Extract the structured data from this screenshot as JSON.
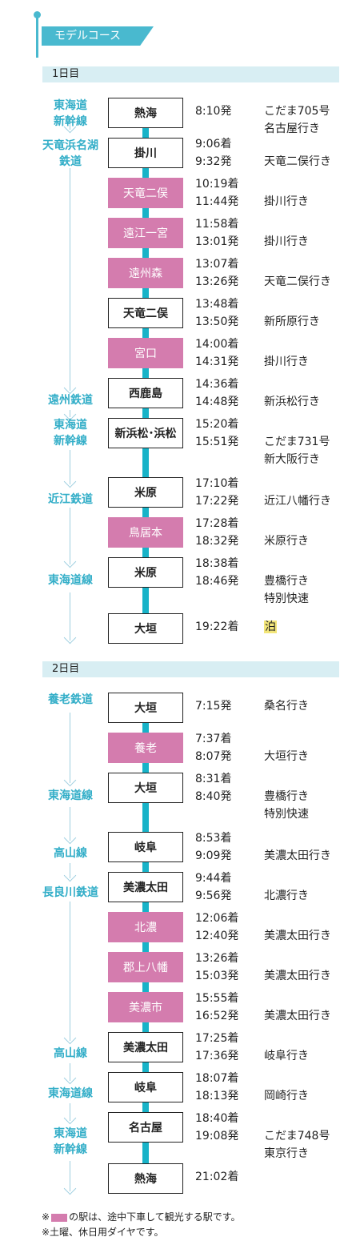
{
  "heading": "モデルコース",
  "day1": {
    "label": "1日目",
    "lines": [
      [
        "東海道",
        "新幹線"
      ],
      [
        "天竜浜名湖",
        "鉄道"
      ],
      [
        "遠州鉄道"
      ],
      [
        "東海道",
        "新幹線"
      ],
      [
        "近江鉄道"
      ],
      [
        "東海道線"
      ]
    ],
    "stops": [
      {
        "name": "熱海",
        "visit": false,
        "times": [
          "8:10発"
        ],
        "dest": [
          "こだま705号",
          "名古屋行き"
        ]
      },
      {
        "name": "掛川",
        "visit": false,
        "times": [
          "9:06着",
          "9:32発"
        ],
        "dest": [
          "",
          "天竜二俣行き"
        ]
      },
      {
        "name": "天竜二俣",
        "visit": true,
        "times": [
          "10:19着",
          "11:44発"
        ],
        "dest": [
          "",
          "掛川行き"
        ]
      },
      {
        "name": "遠江一宮",
        "visit": true,
        "times": [
          "11:58着",
          "13:01発"
        ],
        "dest": [
          "",
          "掛川行き"
        ]
      },
      {
        "name": "遠州森",
        "visit": true,
        "times": [
          "13:07着",
          "13:26発"
        ],
        "dest": [
          "",
          "天竜二俣行き"
        ]
      },
      {
        "name": "天竜二俣",
        "visit": false,
        "times": [
          "13:48着",
          "13:50発"
        ],
        "dest": [
          "",
          "新所原行き"
        ]
      },
      {
        "name": "宮口",
        "visit": true,
        "times": [
          "14:00着",
          "14:31発"
        ],
        "dest": [
          "",
          "掛川行き"
        ]
      },
      {
        "name": "西鹿島",
        "visit": false,
        "times": [
          "14:36着",
          "14:48発"
        ],
        "dest": [
          "",
          "新浜松行き"
        ]
      },
      {
        "name": "新浜松･浜松",
        "visit": false,
        "times": [
          "15:20着",
          "15:51発"
        ],
        "dest": [
          "",
          "こだま731号",
          "新大阪行き"
        ]
      },
      {
        "name": "米原",
        "visit": false,
        "times": [
          "17:10着",
          "17:22発"
        ],
        "dest": [
          "",
          "近江八幡行き"
        ]
      },
      {
        "name": "鳥居本",
        "visit": true,
        "times": [
          "17:28着",
          "18:32発"
        ],
        "dest": [
          "",
          "米原行き"
        ]
      },
      {
        "name": "米原",
        "visit": false,
        "times": [
          "18:38着",
          "18:46発"
        ],
        "dest": [
          "",
          "豊橋行き",
          "特別快速"
        ]
      },
      {
        "name": "大垣",
        "visit": false,
        "times": [
          "19:22着"
        ],
        "dest": [
          "泊"
        ]
      }
    ]
  },
  "day2": {
    "label": "2日目",
    "lines": [
      [
        "養老鉄道"
      ],
      [
        "東海道線"
      ],
      [
        "高山線"
      ],
      [
        "長良川鉄道"
      ],
      [
        "高山線"
      ],
      [
        "東海道線"
      ],
      [
        "東海道",
        "新幹線"
      ]
    ],
    "stops": [
      {
        "name": "大垣",
        "visit": false,
        "times": [
          "7:15発"
        ],
        "dest": [
          "桑名行き"
        ]
      },
      {
        "name": "養老",
        "visit": true,
        "times": [
          "7:37着",
          "8:07発"
        ],
        "dest": [
          "",
          "大垣行き"
        ]
      },
      {
        "name": "大垣",
        "visit": false,
        "times": [
          "8:31着",
          "8:40発"
        ],
        "dest": [
          "",
          "豊橋行き",
          "特別快速"
        ]
      },
      {
        "name": "岐阜",
        "visit": false,
        "times": [
          "8:53着",
          "9:09発"
        ],
        "dest": [
          "",
          "美濃太田行き"
        ]
      },
      {
        "name": "美濃太田",
        "visit": false,
        "times": [
          "9:44着",
          "9:56発"
        ],
        "dest": [
          "",
          "北濃行き"
        ]
      },
      {
        "name": "北濃",
        "visit": true,
        "times": [
          "12:06着",
          "12:40発"
        ],
        "dest": [
          "",
          "美濃太田行き"
        ]
      },
      {
        "name": "郡上八幡",
        "visit": true,
        "times": [
          "13:26着",
          "15:03発"
        ],
        "dest": [
          "",
          "美濃太田行き"
        ]
      },
      {
        "name": "美濃市",
        "visit": true,
        "times": [
          "15:55着",
          "16:52発"
        ],
        "dest": [
          "",
          "美濃太田行き"
        ]
      },
      {
        "name": "美濃太田",
        "visit": false,
        "times": [
          "17:25着",
          "17:36発"
        ],
        "dest": [
          "",
          "岐阜行き"
        ]
      },
      {
        "name": "岐阜",
        "visit": false,
        "times": [
          "18:07着",
          "18:13発"
        ],
        "dest": [
          "",
          "岡崎行き"
        ]
      },
      {
        "name": "名古屋",
        "visit": false,
        "times": [
          "18:40着",
          "19:08発"
        ],
        "dest": [
          "",
          "こだま748号",
          "東京行き"
        ]
      },
      {
        "name": "熱海",
        "visit": false,
        "times": [
          "21:02着"
        ],
        "dest": [
          ""
        ]
      }
    ]
  },
  "notes": {
    "mark": "※",
    "note1_text": "の駅は、途中下車して観光する駅です。",
    "note2": "※土曜、休日用ダイヤです。"
  }
}
